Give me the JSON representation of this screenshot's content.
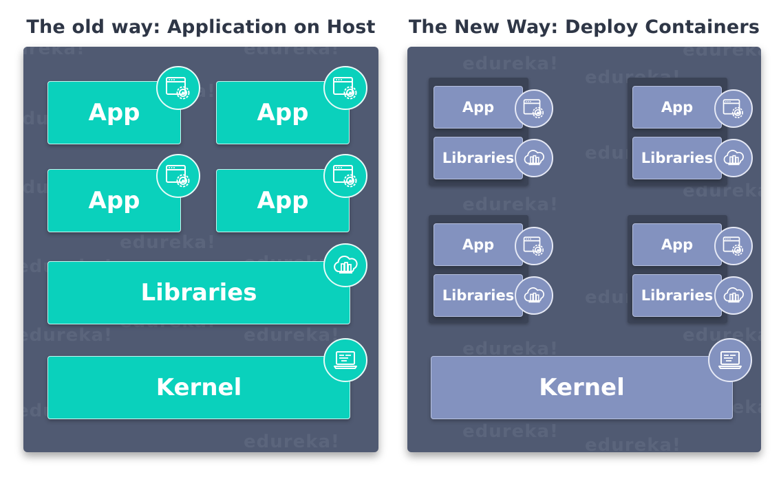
{
  "left": {
    "title": "The old way: Application on Host",
    "apps": [
      {
        "label": "App",
        "icon": "app-window-gear-icon"
      },
      {
        "label": "App",
        "icon": "app-window-gear-icon"
      },
      {
        "label": "App",
        "icon": "app-window-gear-icon"
      },
      {
        "label": "App",
        "icon": "app-window-gear-icon"
      }
    ],
    "libraries": {
      "label": "Libraries",
      "icon": "cloud-books-icon"
    },
    "kernel": {
      "label": "Kernel",
      "icon": "laptop-code-icon"
    }
  },
  "right": {
    "title": "The New Way: Deploy Containers",
    "containers": [
      {
        "app_label": "App",
        "libraries_label": "Libraries"
      },
      {
        "app_label": "App",
        "libraries_label": "Libraries"
      },
      {
        "app_label": "App",
        "libraries_label": "Libraries"
      },
      {
        "app_label": "App",
        "libraries_label": "Libraries"
      }
    ],
    "kernel": {
      "label": "Kernel",
      "icon": "laptop-code-icon"
    }
  },
  "watermark": "edureka!",
  "colors": {
    "panel": "#505a72",
    "teal": "#0ad1bc",
    "purple": "#8392bf",
    "container": "#3b4356",
    "title": "#2e3646"
  }
}
